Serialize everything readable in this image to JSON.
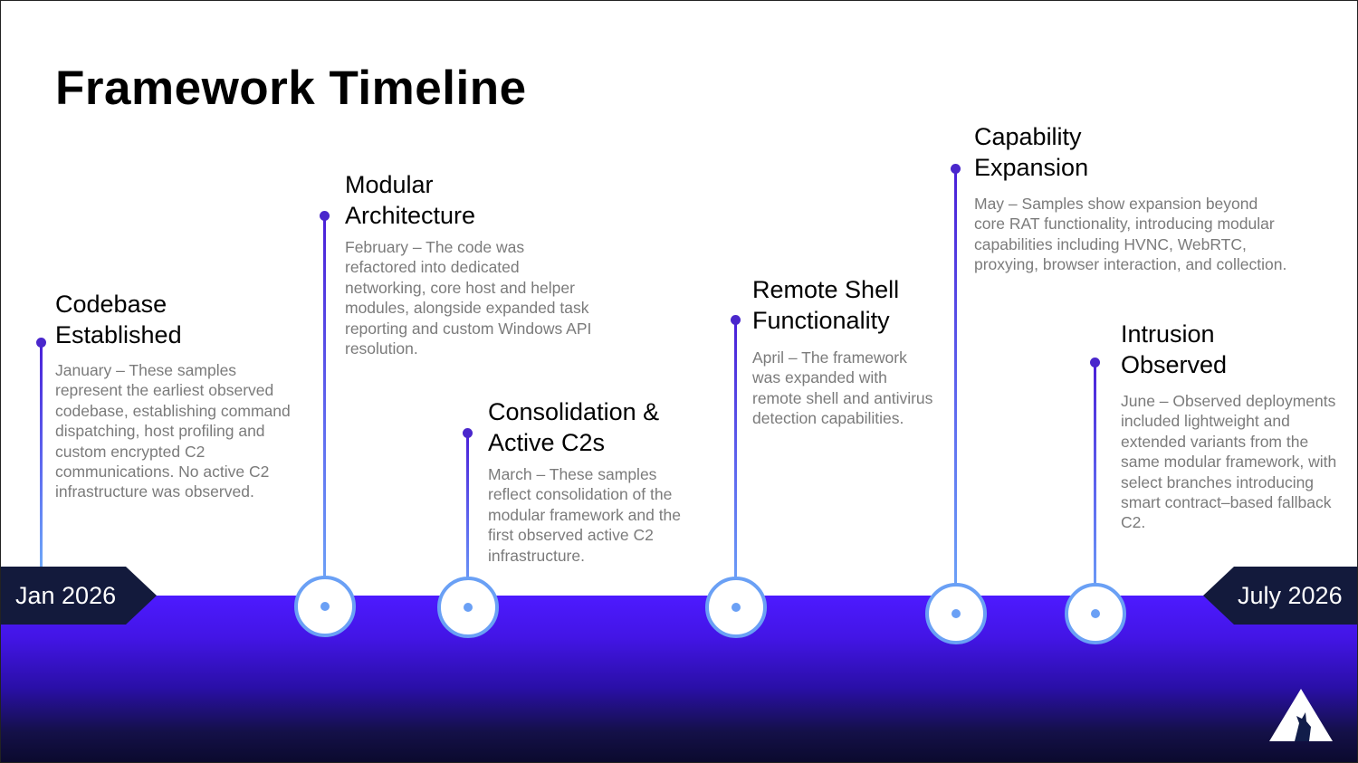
{
  "title": "Framework Timeline",
  "start_label": "Jan 2026",
  "end_label": "July 2026",
  "events": [
    {
      "heading": [
        "Codebase",
        "Established"
      ],
      "description": "January – These samples represent the earliest observed codebase, establishing command dispatching, host profiling and custom encrypted C2 communications. No active C2 infrastructure was observed."
    },
    {
      "heading": [
        "Modular",
        "Architecture"
      ],
      "description": "February – The code was refactored into dedicated networking, core host and helper modules, alongside expanded task reporting and custom Windows API resolution."
    },
    {
      "heading": [
        "Consolidation &",
        "Active C2s"
      ],
      "description": "March – These samples reflect consolidation of the modular framework and the first observed active C2 infrastructure."
    },
    {
      "heading": [
        "Remote Shell",
        "Functionality"
      ],
      "description": "April – The framework was expanded with remote shell and antivirus detection capabilities."
    },
    {
      "heading": [
        "Capability",
        "Expansion"
      ],
      "description": "May – Samples show expansion beyond core RAT functionality, introducing modular capabilities including HVNC, WebRTC, proxying, browser interaction, and collection."
    },
    {
      "heading": [
        "Intrusion",
        "Observed"
      ],
      "description": "June – Observed deployments included lightweight and extended variants from the same modular framework, with select branches introducing smart contract–based fallback C2."
    }
  ],
  "colors": {
    "band_top": "#4d1aff",
    "band_bottom": "#0b0a2e",
    "stem": "#4a1fd8",
    "ring": "#6aa0f5",
    "tag_bg": "#131a3c",
    "desc_text": "#7b7b7b"
  },
  "logo_icon": "mountain-wolf-logo-icon"
}
